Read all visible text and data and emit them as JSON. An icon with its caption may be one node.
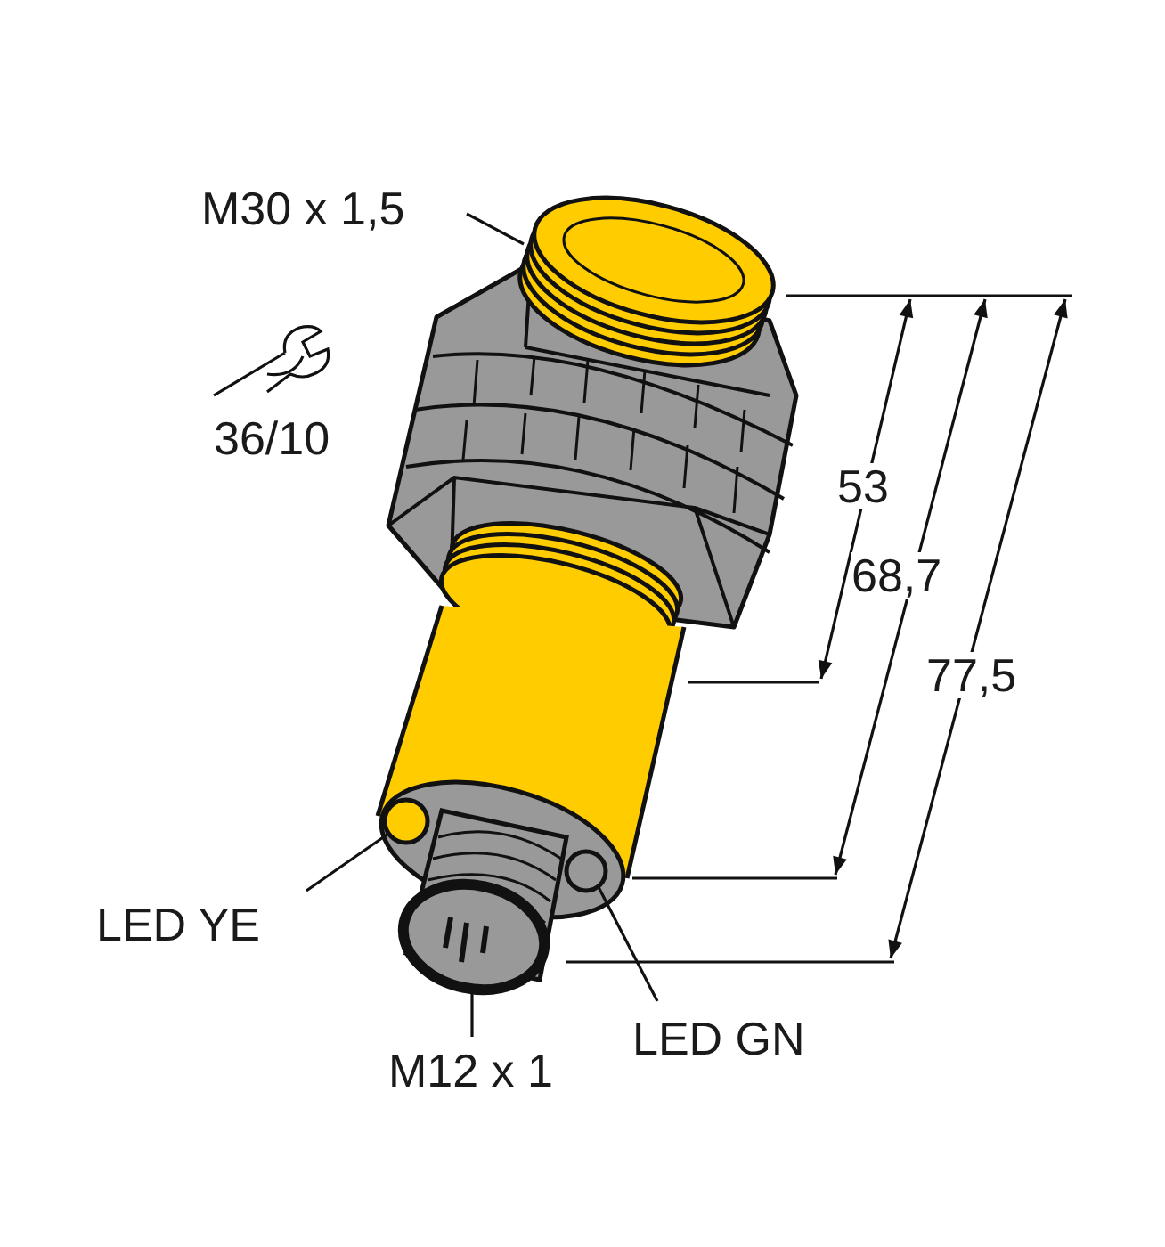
{
  "diagram": {
    "nodes": [
      {
        "text": [
          "M30 x 1,5"
        ]
      },
      {
        "text": [],
        "shape": "cylinder"
      },
      {
        "text": [
          "LED YE"
        ]
      },
      {
        "text": [],
        "shape": "circle"
      },
      {
        "text": [
          "LED GN"
        ]
      },
      {
        "text": [],
        "shape": "circle"
      },
      {
        "text": [
          "M12 x 1"
        ]
      },
      {
        "text": [],
        "shape": "picture"
      }
    ],
    "edges": [
      {
        "from": 0,
        "to": 1,
        "arrow": "none"
      },
      {
        "from": 2,
        "to": 3,
        "arrow": "none"
      },
      {
        "from": 4,
        "to": 5,
        "arrow": "none"
      },
      {
        "from": 6,
        "to": 7,
        "arrow": "none"
      }
    ],
    "labels": [
      "36/10",
      "53",
      "68,7",
      "77,5"
    ]
  }
}
